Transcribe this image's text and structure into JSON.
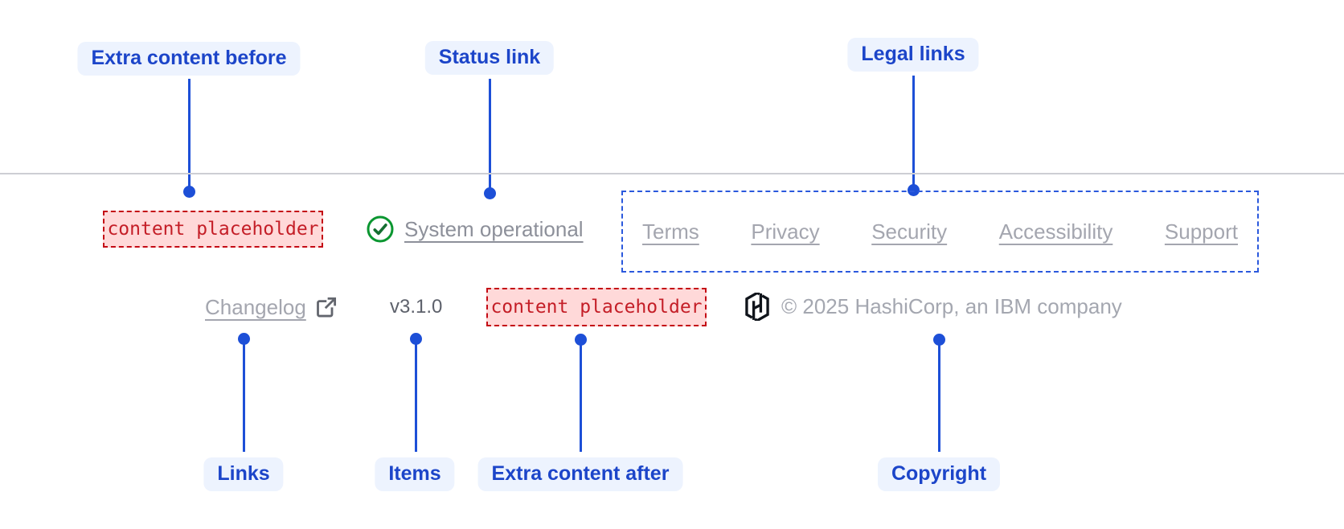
{
  "annotations": {
    "top": [
      {
        "label": "Extra content before"
      },
      {
        "label": "Status link"
      },
      {
        "label": "Legal links"
      }
    ],
    "bottom": [
      {
        "label": "Links"
      },
      {
        "label": "Items"
      },
      {
        "label": "Extra content after"
      },
      {
        "label": "Copyright"
      }
    ]
  },
  "footer": {
    "extra_content_before": {
      "placeholder": "content placeholder"
    },
    "status": {
      "label": "System operational",
      "icon": "check-circle-icon"
    },
    "legal": {
      "links": [
        "Terms",
        "Privacy",
        "Security",
        "Accessibility",
        "Support"
      ]
    },
    "links": {
      "changelog_label": "Changelog",
      "icon": "external-link-icon"
    },
    "items": {
      "version": "v3.1.0"
    },
    "extra_content_after": {
      "placeholder": "content placeholder"
    },
    "copyright": {
      "logo": "hashicorp-logo",
      "text": "© 2025 HashiCorp, an IBM company"
    }
  },
  "colors": {
    "annotation_blue": "#1d4fd7",
    "annotation_label_bg": "#edf3fe",
    "annotation_label_text": "#1c45c9",
    "placeholder_text_red": "#c41e27",
    "placeholder_bg": "#ffd9d9",
    "placeholder_border": "#c40b15",
    "legal_border_blue": "#2b59dd",
    "success_green": "#0a9630",
    "footer_link_gray": "#a4a6af",
    "status_link_gray": "#8d909a",
    "version_gray": "#5d616b",
    "divider_gray": "#cdced4",
    "logo_black": "#10141b"
  }
}
